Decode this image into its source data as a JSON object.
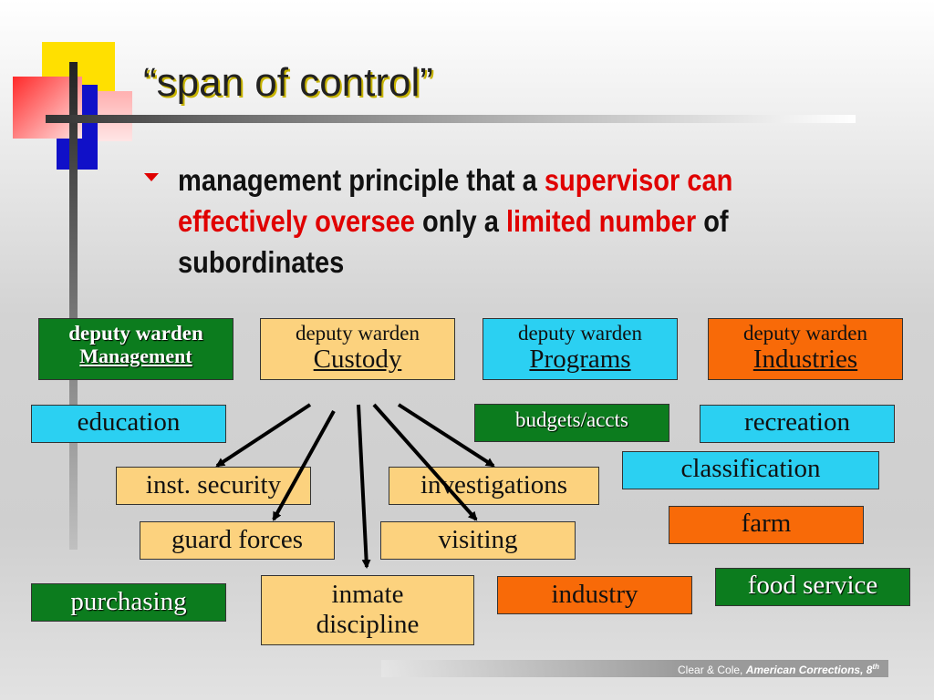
{
  "slide": {
    "title": "“span of control”",
    "bullet": {
      "part1": "management principle that a ",
      "part2": "supervisor can effectively oversee",
      "part3": " only a ",
      "part4": "limited number",
      "part5": " of subordinates"
    }
  },
  "departments": [
    {
      "label": "deputy warden",
      "name": "Management"
    },
    {
      "label": "deputy warden",
      "name": "Custody"
    },
    {
      "label": "deputy warden",
      "name": "Programs"
    },
    {
      "label": "deputy warden",
      "name": "Industries"
    }
  ],
  "units": {
    "education": "education",
    "budgets": "budgets/accts",
    "recreation": "recreation",
    "classification": "classification",
    "inst_security": "inst. security",
    "investigations": "investigations",
    "farm": "farm",
    "guard_forces": "guard forces",
    "visiting": "visiting",
    "purchasing": "purchasing",
    "inmate_discipline": "inmate discipline",
    "industry": "industry",
    "food_service": "food service"
  },
  "footer": {
    "author": "Clear & Cole, ",
    "book": "American Corrections, 8",
    "sup": "th"
  },
  "colors": {
    "accent_red": "#e00000",
    "yellow_box": "#fcd27e",
    "blue_box": "#2bd0f2",
    "green_box": "#0c7c1e",
    "orange_box": "#f86a08"
  }
}
